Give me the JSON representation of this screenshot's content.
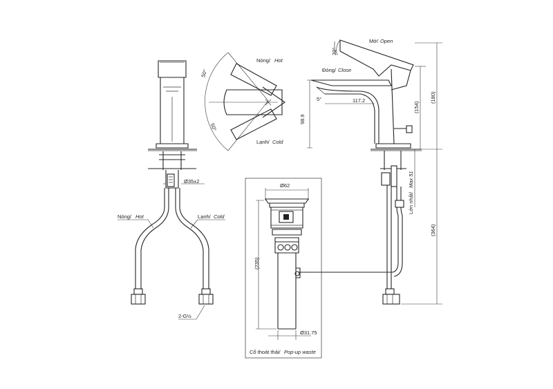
{
  "labels": {
    "hot_top": "Nóng/",
    "hot_top_en": "Hot",
    "cold_top": "Lạnh/",
    "cold_top_en": "Cold",
    "angle_hot": "50°",
    "angle_cold": "50°",
    "open": "Mở/",
    "open_en": "Open",
    "close": "Đóng/",
    "close_en": "Close",
    "angle_lever": "22°",
    "angle_spout": "5°",
    "dim_spout_reach": "117.2",
    "dim_spout_height": "98.9",
    "dim_lever_height": "(154)",
    "dim_total_height": "(180)",
    "dim_below": "(364)",
    "max_label": "Lớn nhất/",
    "max_label_en": "Max 51",
    "dia_shank": "Ø35±2",
    "hose_hot": "Nóng/",
    "hose_hot_en": "Hot",
    "hose_cold": "Lạnh/",
    "hose_cold_en": "Cold",
    "thread": "2-G½",
    "dia_waste_top": "Ø62",
    "dia_waste_bottom": "Ø31.75",
    "waste_length": "(235)",
    "waste_caption": "Cổ thoát thải/",
    "waste_caption_en": "Pop-up waste"
  }
}
